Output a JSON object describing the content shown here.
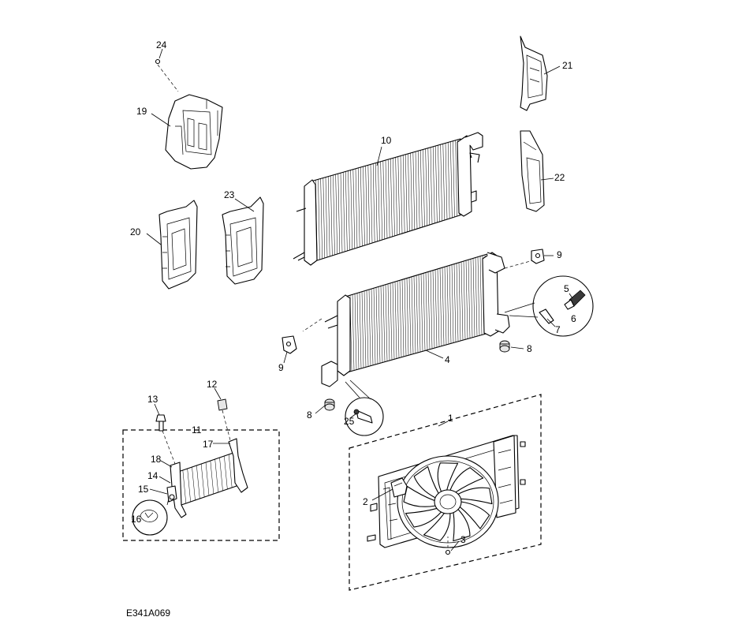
{
  "diagram": {
    "reference_code": "E341A069",
    "callouts": [
      {
        "id": "c1",
        "text": "1"
      },
      {
        "id": "c2",
        "text": "2"
      },
      {
        "id": "c3",
        "text": "3"
      },
      {
        "id": "c4",
        "text": "4"
      },
      {
        "id": "c5",
        "text": "5"
      },
      {
        "id": "c6",
        "text": "6"
      },
      {
        "id": "c7",
        "text": "7"
      },
      {
        "id": "c8a",
        "text": "8"
      },
      {
        "id": "c8b",
        "text": "8"
      },
      {
        "id": "c9a",
        "text": "9"
      },
      {
        "id": "c9b",
        "text": "9"
      },
      {
        "id": "c10",
        "text": "10"
      },
      {
        "id": "c11",
        "text": "11"
      },
      {
        "id": "c12",
        "text": "12"
      },
      {
        "id": "c13",
        "text": "13"
      },
      {
        "id": "c14",
        "text": "14"
      },
      {
        "id": "c15",
        "text": "15"
      },
      {
        "id": "c16",
        "text": "16"
      },
      {
        "id": "c17",
        "text": "17"
      },
      {
        "id": "c18",
        "text": "18"
      },
      {
        "id": "c19",
        "text": "19"
      },
      {
        "id": "c20",
        "text": "20"
      },
      {
        "id": "c21",
        "text": "21"
      },
      {
        "id": "c22",
        "text": "22"
      },
      {
        "id": "c23",
        "text": "23"
      },
      {
        "id": "c24",
        "text": "24"
      },
      {
        "id": "c25",
        "text": "25"
      }
    ]
  }
}
